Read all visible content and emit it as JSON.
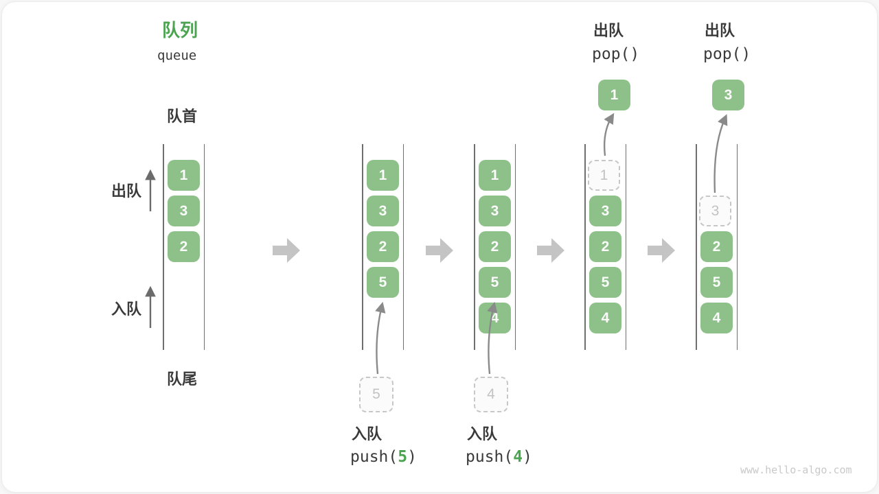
{
  "title": {
    "zh": "队列",
    "en": "queue"
  },
  "labels": {
    "front": "队首",
    "rear": "队尾",
    "dequeue": "出队",
    "enqueue": "入队"
  },
  "ops": {
    "push5": {
      "name": "入队",
      "fn": "push(",
      "arg": "5",
      "close": ")"
    },
    "push4": {
      "name": "入队",
      "fn": "push(",
      "arg": "4",
      "close": ")"
    },
    "pop1": {
      "name": "出队",
      "call": "pop()"
    },
    "pop2": {
      "name": "出队",
      "call": "pop()"
    }
  },
  "states": [
    {
      "boxes": [
        "1",
        "3",
        "2"
      ]
    },
    {
      "boxes": [
        "1",
        "3",
        "2",
        "5"
      ],
      "staged": "5"
    },
    {
      "boxes": [
        "1",
        "3",
        "2",
        "5",
        "4"
      ],
      "staged": "4"
    },
    {
      "boxes": [
        "3",
        "2",
        "5",
        "4"
      ],
      "ghost": "1",
      "popped": "1"
    },
    {
      "boxes": [
        "2",
        "5",
        "4"
      ],
      "ghost": "3",
      "popped": "3"
    }
  ],
  "watermark": "www.hello-algo.com",
  "colors": {
    "accent_green": "#4CA352",
    "box_green": "#8EC189",
    "text_dark": "#3A3A3A",
    "queue_line_gray": "#6E6E6E",
    "block_arrow_gray": "#C4C4C4",
    "dashed_gray": "#C7C7C7",
    "watermark_gray": "#C9C9C9"
  }
}
